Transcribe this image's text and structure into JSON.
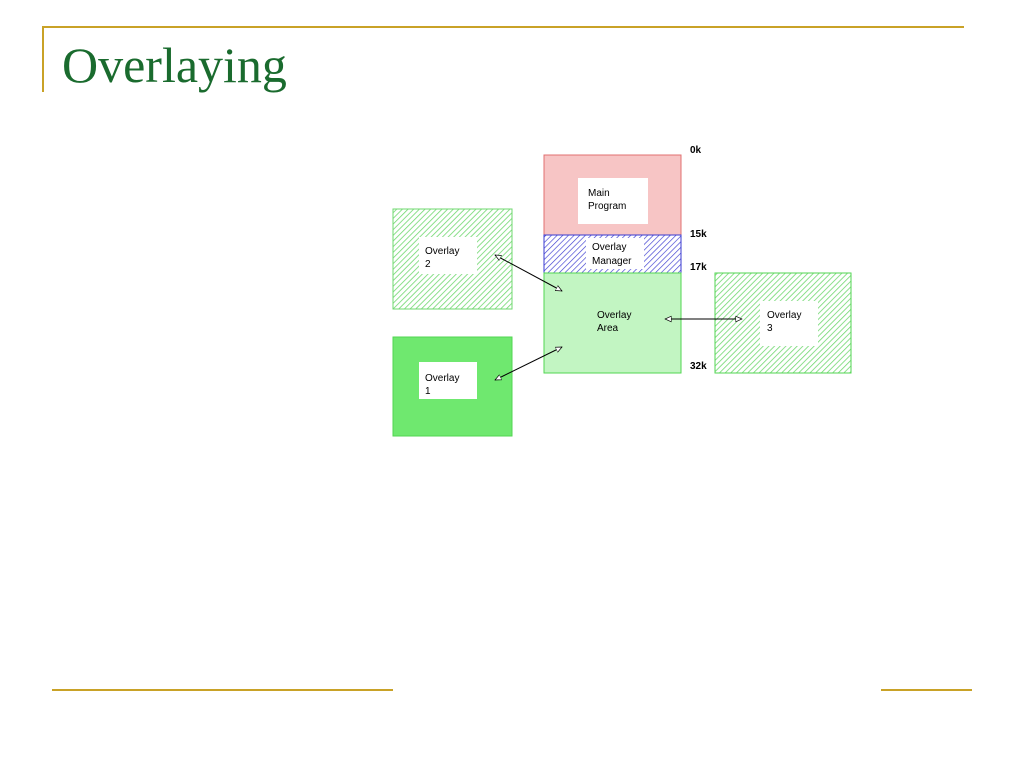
{
  "slide": {
    "title": "Overlaying"
  },
  "diagram": {
    "memory_blocks": {
      "main_program": [
        "Main",
        "Program"
      ],
      "overlay_manager": [
        "Overlay",
        "Manager"
      ],
      "overlay_area": [
        "Overlay",
        "Area"
      ]
    },
    "overlays": {
      "overlay_1": [
        "Overlay",
        "1"
      ],
      "overlay_2": [
        "Overlay",
        "2"
      ],
      "overlay_3": [
        "Overlay",
        "3"
      ]
    },
    "addresses": {
      "a0": "0k",
      "a15": "15k",
      "a17": "17k",
      "a32": "32k"
    },
    "colors": {
      "main_program_fill": "#f7c5c5",
      "main_program_stroke": "#e07070",
      "overlay_manager_stroke": "#3a3ad0",
      "overlay_area_fill": "#c2f5c2",
      "overlay_1_fill": "#6fe86f",
      "green_stroke": "#52d652",
      "accent_gold": "#c9a227",
      "title_green": "#1a6b2e"
    }
  }
}
